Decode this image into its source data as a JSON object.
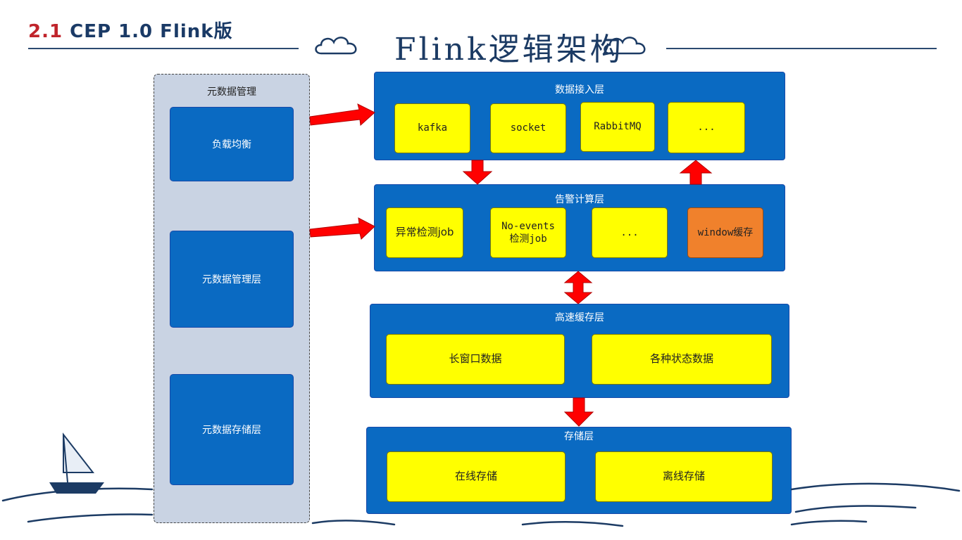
{
  "header": {
    "section_number": "2.1",
    "section_label": "CEP 1.0 Flink版",
    "main_title": "Flink逻辑架构"
  },
  "metadata": {
    "title": "元数据管理",
    "items": [
      "负载均衡",
      "元数据管理层",
      "元数据存储层"
    ]
  },
  "layers": {
    "ingest": {
      "title": "数据接入层",
      "items": [
        "kafka",
        "socket",
        "RabbitMQ",
        "..."
      ]
    },
    "compute": {
      "title": "告警计算层",
      "items": [
        "异常检测job",
        "No-events\n检测job",
        "...",
        "window缓存"
      ]
    },
    "cache": {
      "title": "高速缓存层",
      "items": [
        "长窗口数据",
        "各种状态数据"
      ]
    },
    "storage": {
      "title": "存储层",
      "items": [
        "在线存储",
        "离线存储"
      ]
    }
  },
  "colors": {
    "panel_blue": "#0a6ac2",
    "box_yellow": "#ffff00",
    "box_orange": "#f0812c",
    "arrow_red": "#ff0000",
    "meta_bg": "#c9d3e3"
  }
}
